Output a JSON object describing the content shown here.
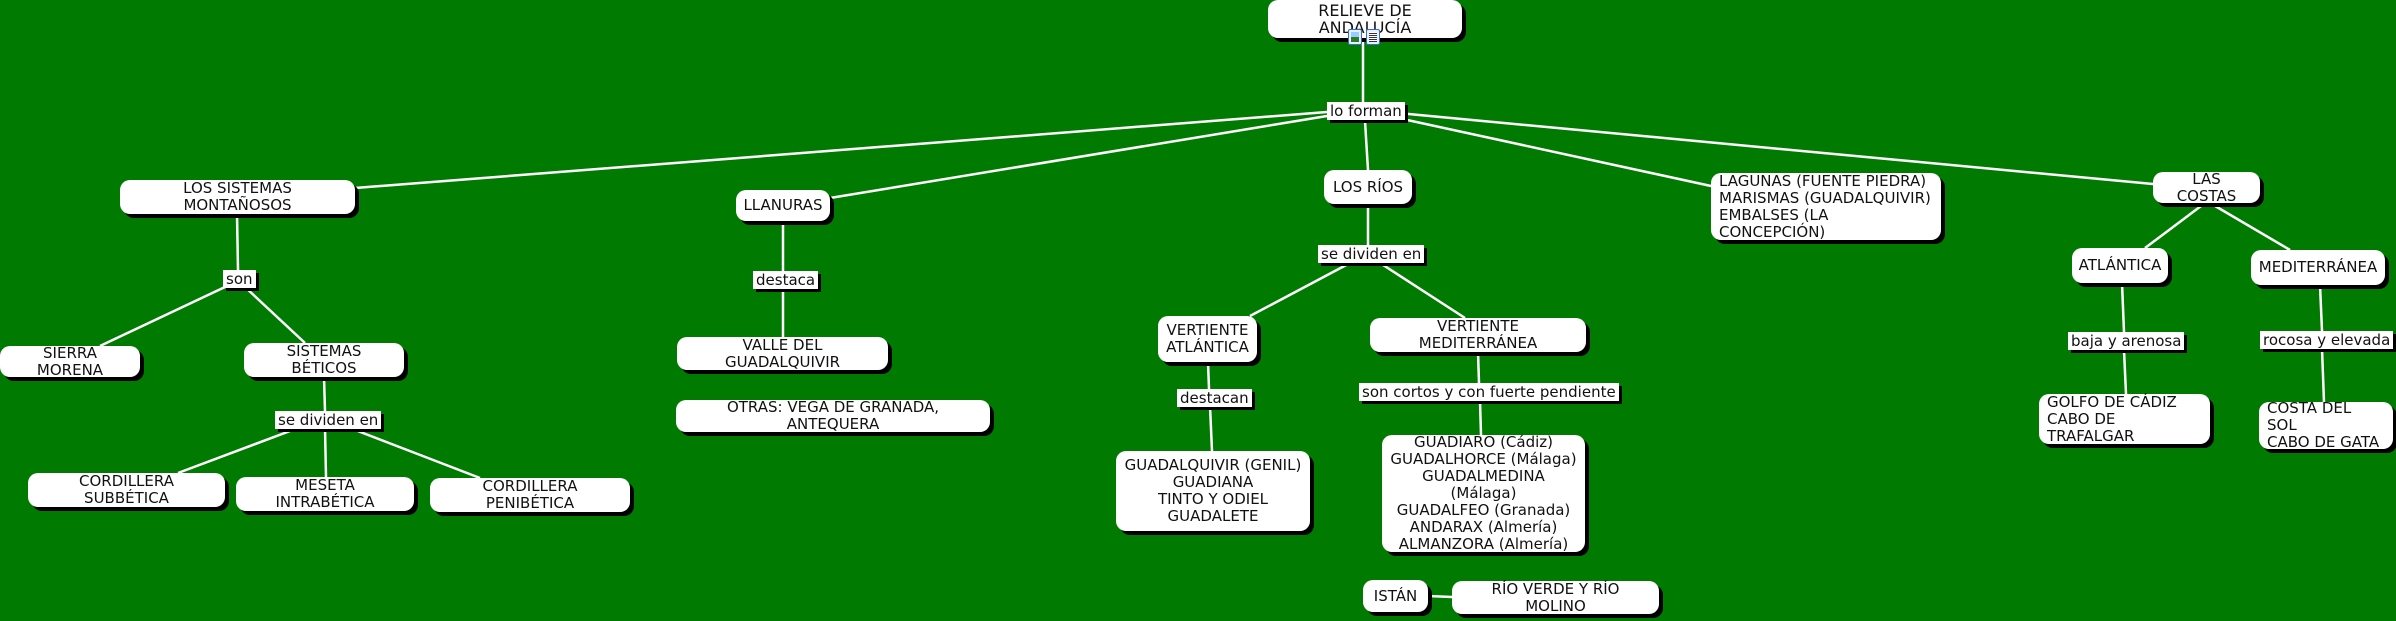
{
  "title": "RELIEVE DE ANDALUCÍA",
  "icons": [
    "image-resource-icon",
    "document-resource-icon"
  ],
  "links": {
    "lo_forman": "lo forman",
    "son": "son",
    "se_dividen_beticos": "se dividen en",
    "destaca": "destaca",
    "se_dividen_rios": "se dividen en",
    "destacan": "destacan",
    "cortos": "son cortos y con fuerte pendiente",
    "baja": "baja y arenosa",
    "rocosa": "rocosa y elevada"
  },
  "nodes": {
    "montanosos": "LOS SISTEMAS MONTAÑOSOS",
    "llanuras": "LLANURAS",
    "rios": "LOS RÍOS",
    "lagunas": "LAGUNAS (FUENTE PIEDRA)\nMARISMAS (GUADALQUIVIR)\nEMBALSES (LA CONCEPCIÓN)",
    "costas": "LAS COSTAS",
    "sierra_morena": "SIERRA MORENA",
    "beticos": "SISTEMAS BÉTICOS",
    "subbetica": "CORDILLERA SUBBÉTICA",
    "intrabetica": "MESETA INTRABÉTICA",
    "penibetica": "CORDILLERA PENIBÉTICA",
    "valle": "VALLE DEL GUADALQUIVIR",
    "otras": "OTRAS: VEGA DE GRANADA, ANTEQUERA",
    "v_atlantica": "VERTIENTE\nATLÁNTICA",
    "v_mediterranea": "VERTIENTE MEDITERRÁNEA",
    "rios_atl": "GUADALQUIVIR (GENIL)\nGUADIANA\nTINTO Y ODIEL\nGUADALETE",
    "rios_med": "GUADIARO (Cádiz)\nGUADALHORCE (Málaga)\nGUADALMEDINA (Málaga)\nGUADALFEO (Granada)\nANDARAX (Almería)\nALMANZORA (Almería)",
    "istan": "ISTÁN",
    "rio_verde": "RÍO VERDE Y RÍO MOLINO",
    "atlantica": "ATLÁNTICA",
    "mediterranea": "MEDITERRÁNEA",
    "golfo": "GOLFO DE CÁDIZ\nCABO DE TRAFALGAR",
    "costa_sol": "COSTA DEL SOL\nCABO DE GATA"
  }
}
